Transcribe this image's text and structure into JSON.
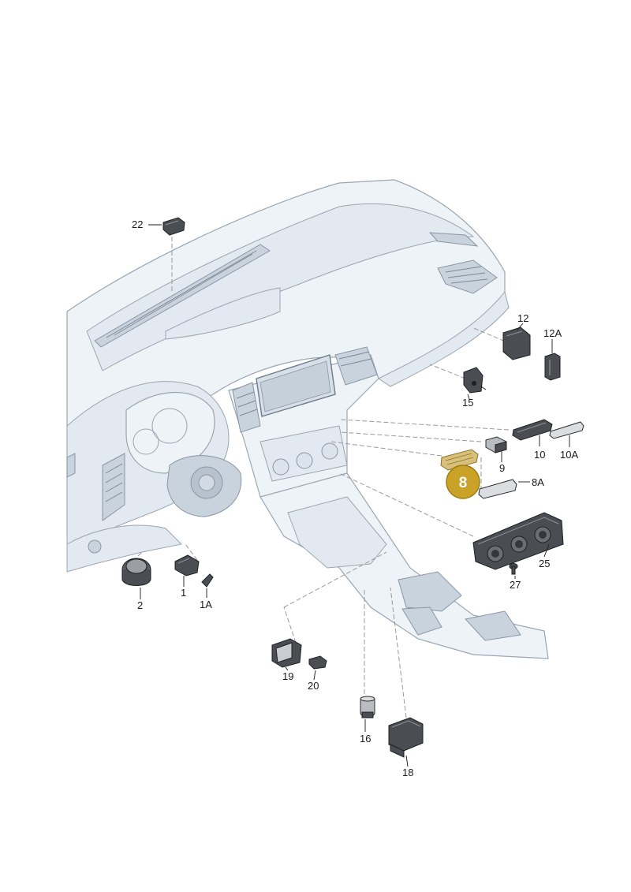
{
  "labels": {
    "l22": "22",
    "l12": "12",
    "l12A": "12A",
    "l15": "15",
    "l10": "10",
    "l10A": "10A",
    "l9": "9",
    "l8A": "8A",
    "l25": "25",
    "l27": "27",
    "l1": "1",
    "l1A": "1A",
    "l2": "2",
    "l19": "19",
    "l20": "20",
    "l16": "16",
    "l18": "18"
  },
  "highlight": {
    "label": "8",
    "color": "#c9a227"
  }
}
